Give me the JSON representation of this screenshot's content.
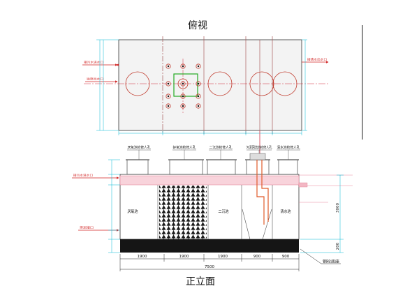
{
  "top_view": {
    "title": "俯视",
    "inlet_label": "接污水进水口",
    "overflow_label": "溢流出水口",
    "outlet_label": "接清水出水口"
  },
  "front_view": {
    "title": "正立面",
    "manhole_labels": [
      "厌氧池检修人孔",
      "好氧池检修人孔",
      "二沉池检修人孔",
      "污泥回流池检修人孔",
      "清水池检修人孔"
    ],
    "tank_labels": {
      "anaerobic": "厌氧池",
      "secondary_clarifier": "二沉池",
      "clear_water": "清水池"
    },
    "inlet_label": "接污水进水口",
    "sludge_label": "排泥接口",
    "base_label": "钢砼底座",
    "dimensions": {
      "segments": [
        "1900",
        "1900",
        "1900",
        "900",
        "900"
      ],
      "total": "7500",
      "height": "3000",
      "base": "200"
    }
  },
  "colors": {
    "outline": "#333333",
    "partition": "#a85a5a",
    "centerline": "#d02a3a",
    "dimension": "#00b7d4",
    "pipe": "#e05a2a",
    "aeration_zone": "#22aa22",
    "top_slab": "#f8d3db",
    "base_slab": "#151515",
    "annotation": "#d02020"
  }
}
